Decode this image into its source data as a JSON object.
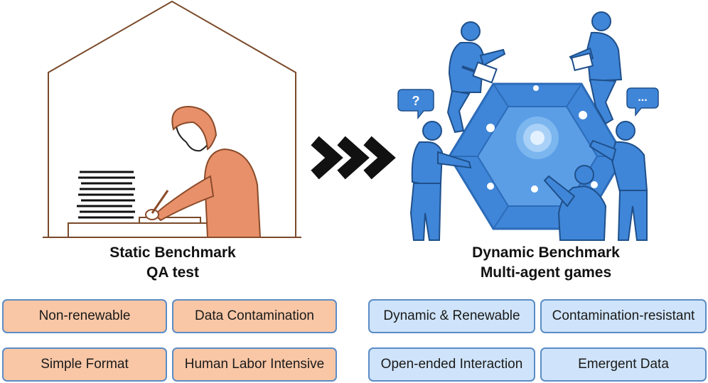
{
  "static": {
    "title": "Static Benchmark",
    "subtitle": "QA test",
    "tags": [
      "Non-renewable",
      "Data Contamination",
      "Simple Format",
      "Human Labor Intensive"
    ]
  },
  "dynamic": {
    "title": "Dynamic Benchmark",
    "subtitle": "Multi-agent games",
    "tags": [
      "Dynamic & Renewable",
      "Contamination-resistant",
      "Open-ended Interaction",
      "Emergent Data"
    ]
  },
  "bubbles": {
    "question": "?",
    "ellipsis": "..."
  },
  "colors": {
    "static_accent": "#e8906a",
    "static_tag_fill": "#f9c7a6",
    "dynamic_accent": "#3f86d8",
    "dynamic_tag_fill": "#cfe4fa",
    "tag_border": "#5b8cc6"
  }
}
